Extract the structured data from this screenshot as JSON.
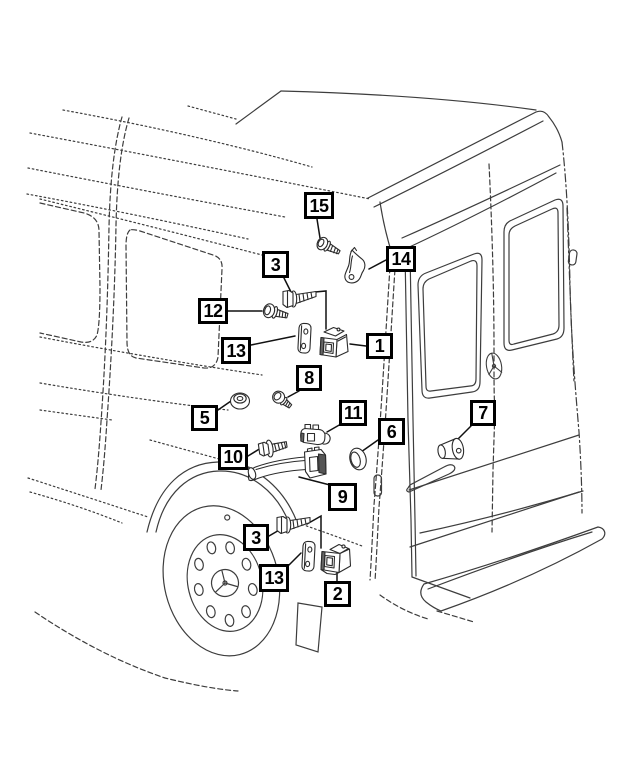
{
  "colors": {
    "background": "#ffffff",
    "sketch_line": "#3d3d3d",
    "part_line": "#2b2b2b",
    "leader_line": "#111111",
    "callout_border": "#000000",
    "callout_text": "#000000"
  },
  "callouts": [
    {
      "label": "15"
    },
    {
      "label": "3"
    },
    {
      "label": "14"
    },
    {
      "label": "12"
    },
    {
      "label": "13"
    },
    {
      "label": "1"
    },
    {
      "label": "8"
    },
    {
      "label": "5"
    },
    {
      "label": "11"
    },
    {
      "label": "6"
    },
    {
      "label": "7"
    },
    {
      "label": "10"
    },
    {
      "label": "9"
    },
    {
      "label": "3"
    },
    {
      "label": "13"
    },
    {
      "label": "2"
    }
  ]
}
